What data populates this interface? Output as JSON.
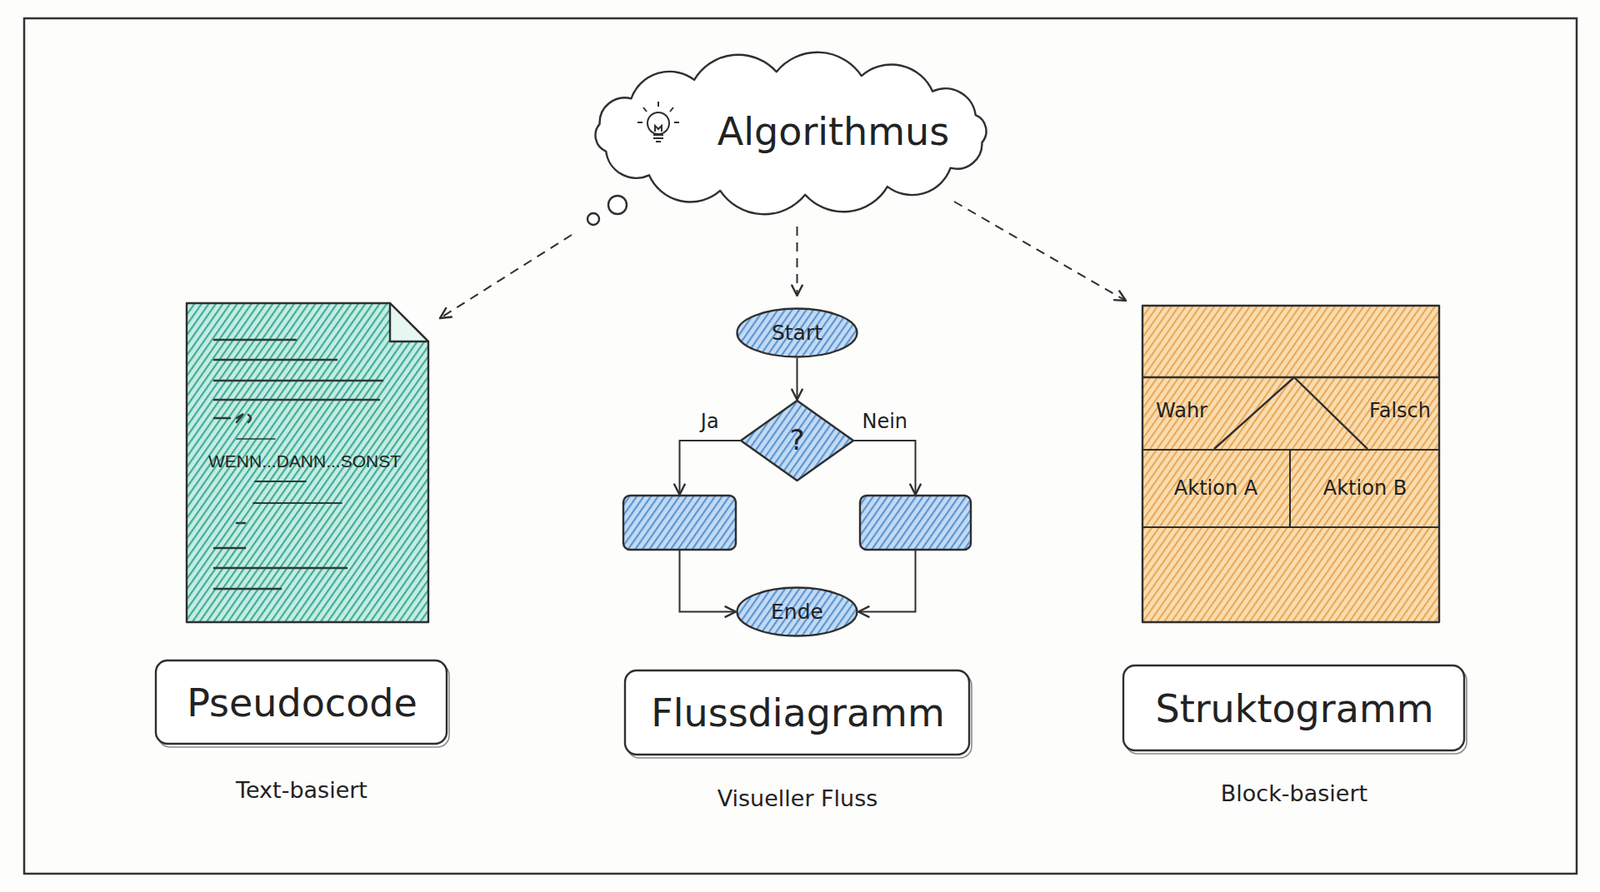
{
  "diagram": {
    "nodes": [
      {
        "text": [
          "Algorithmus"
        ]
      },
      {
        "text": [
          "WENN...DANN...SONST"
        ]
      },
      {
        "text": [
          "Start"
        ]
      },
      {
        "text": [
          "?"
        ]
      },
      {
        "text": []
      },
      {
        "text": []
      },
      {
        "text": [
          "Ende"
        ]
      },
      {
        "text": [
          "Wahr",
          "Falsch"
        ]
      },
      {
        "text": [
          "Aktion A"
        ],
        "in": 7
      },
      {
        "text": [
          "Aktion B"
        ],
        "in": 7
      },
      {
        "text": [
          "Pseudocode"
        ]
      },
      {
        "text": [
          "Flussdiagramm"
        ]
      },
      {
        "text": [
          "Struktogramm"
        ]
      }
    ],
    "edges": [
      {
        "from": 0,
        "to": 1,
        "arrow": "to"
      },
      {
        "from": 0,
        "to": 2,
        "arrow": "to"
      },
      {
        "from": 0,
        "to": 7,
        "arrow": "to"
      },
      {
        "from": 2,
        "to": 3,
        "arrow": "to"
      },
      {
        "from": 3,
        "to": 4,
        "label": "Ja",
        "arrow": "to"
      },
      {
        "from": 3,
        "to": 5,
        "label": "Nein",
        "arrow": "to"
      },
      {
        "from": 4,
        "to": 6,
        "arrow": "to"
      },
      {
        "from": 5,
        "to": 6,
        "arrow": "to"
      }
    ],
    "labels": [
      "Text-basiert",
      "Visueller Fluss",
      "Block-basiert"
    ]
  }
}
